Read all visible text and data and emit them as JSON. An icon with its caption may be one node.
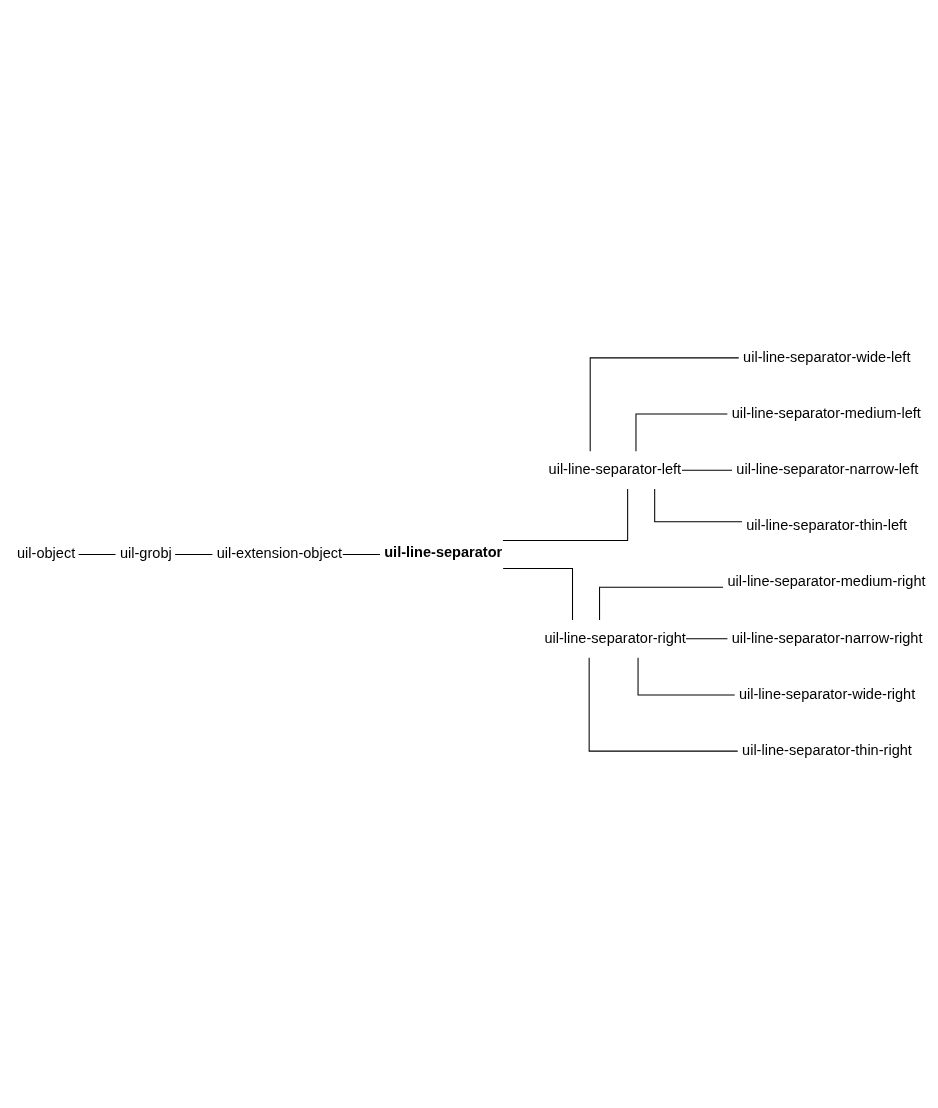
{
  "diagram": {
    "nodes": [
      {
        "text": [
          "uil-object"
        ]
      },
      {
        "text": [
          "uil-grobj"
        ]
      },
      {
        "text": [
          "uil-extension-object"
        ]
      },
      {
        "text": [
          "uil-line-separator"
        ]
      },
      {
        "text": [
          "uil-line-separator-left"
        ]
      },
      {
        "text": [
          "uil-line-separator-right"
        ]
      },
      {
        "text": [
          "uil-line-separator-wide-left"
        ]
      },
      {
        "text": [
          "uil-line-separator-medium-left"
        ]
      },
      {
        "text": [
          "uil-line-separator-narrow-left"
        ]
      },
      {
        "text": [
          "uil-line-separator-thin-left"
        ]
      },
      {
        "text": [
          "uil-line-separator-medium-right"
        ]
      },
      {
        "text": [
          "uil-line-separator-narrow-right"
        ]
      },
      {
        "text": [
          "uil-line-separator-wide-right"
        ]
      },
      {
        "text": [
          "uil-line-separator-thin-right"
        ]
      }
    ],
    "edges": [
      {
        "from": 0,
        "to": 1,
        "arrow": "none"
      },
      {
        "from": 1,
        "to": 2,
        "arrow": "none"
      },
      {
        "from": 2,
        "to": 3,
        "arrow": "none"
      },
      {
        "from": 3,
        "to": 4,
        "arrow": "none"
      },
      {
        "from": 3,
        "to": 5,
        "arrow": "none"
      },
      {
        "from": 4,
        "to": 6,
        "arrow": "none"
      },
      {
        "from": 4,
        "to": 7,
        "arrow": "none"
      },
      {
        "from": 4,
        "to": 8,
        "arrow": "none"
      },
      {
        "from": 4,
        "to": 9,
        "arrow": "none"
      },
      {
        "from": 5,
        "to": 10,
        "arrow": "none"
      },
      {
        "from": 5,
        "to": 11,
        "arrow": "none"
      },
      {
        "from": 5,
        "to": 12,
        "arrow": "none"
      },
      {
        "from": 5,
        "to": 13,
        "arrow": "none"
      }
    ]
  }
}
